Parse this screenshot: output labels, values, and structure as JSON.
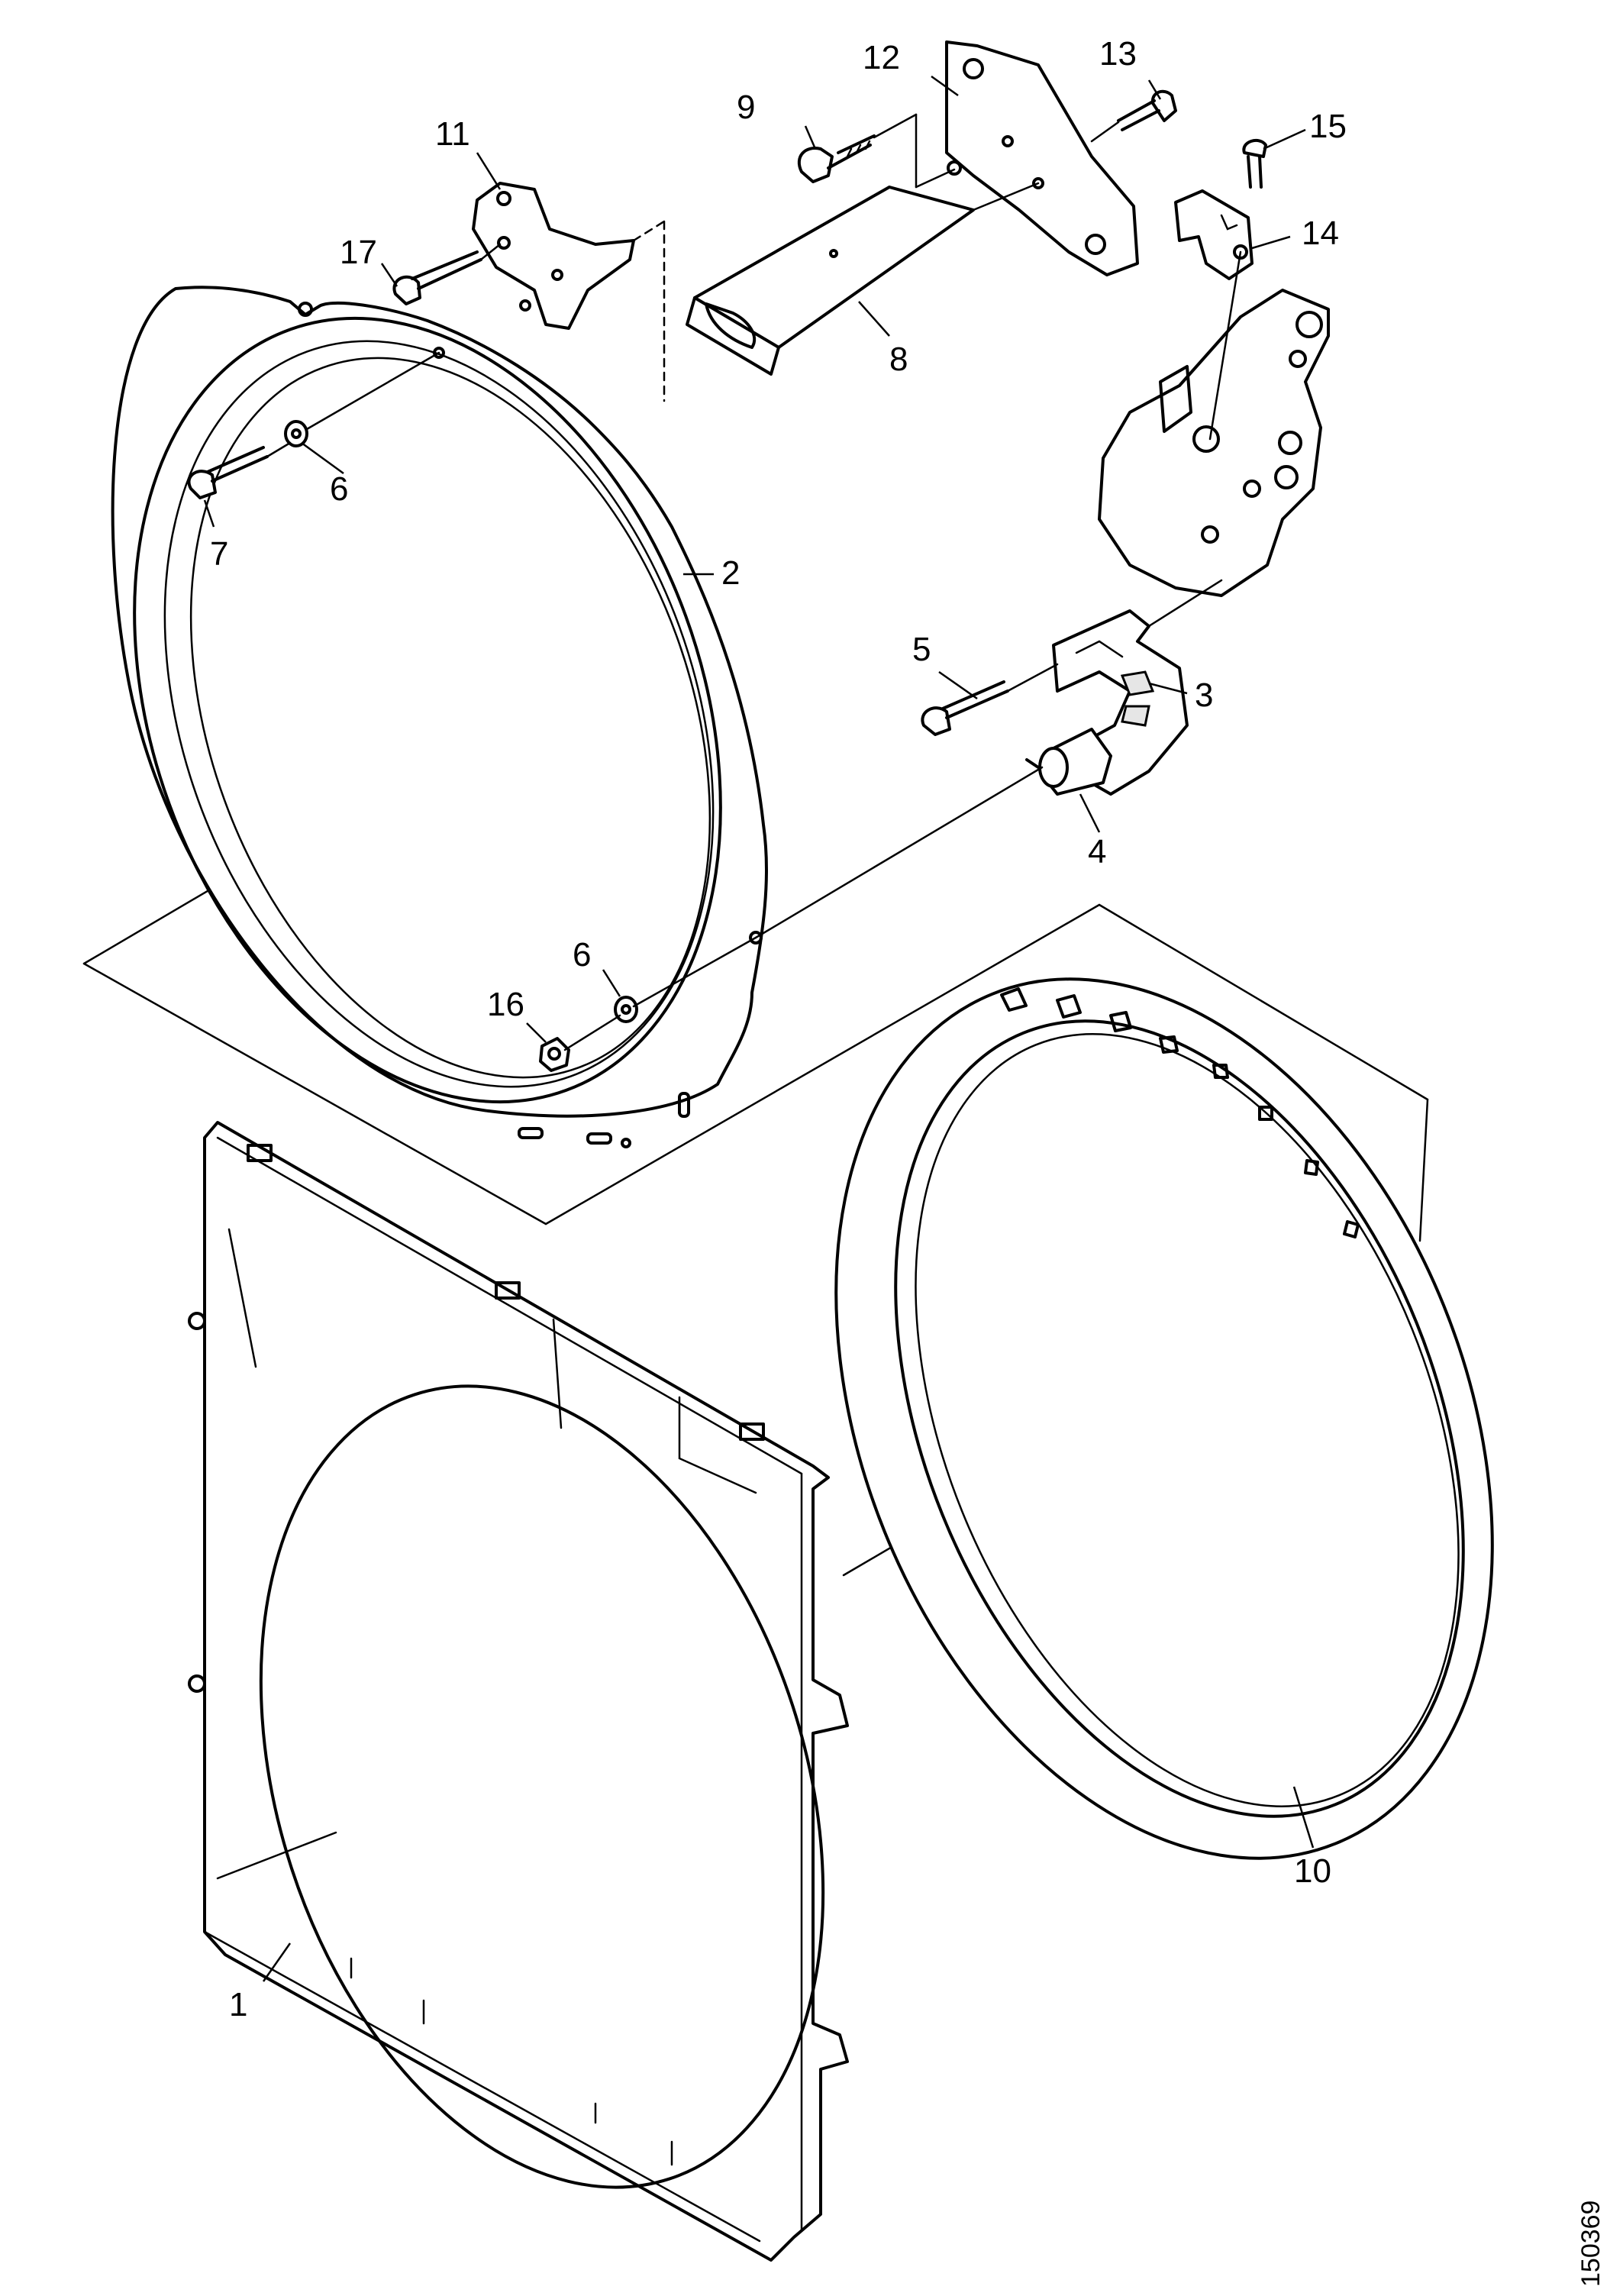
{
  "diagram": {
    "document_number": "150369",
    "callouts": [
      {
        "id": "c1",
        "text": "1"
      },
      {
        "id": "c2",
        "text": "2"
      },
      {
        "id": "c3",
        "text": "3"
      },
      {
        "id": "c4",
        "text": "4"
      },
      {
        "id": "c5",
        "text": "5"
      },
      {
        "id": "c6a",
        "text": "6"
      },
      {
        "id": "c6b",
        "text": "6"
      },
      {
        "id": "c7",
        "text": "7"
      },
      {
        "id": "c8",
        "text": "8"
      },
      {
        "id": "c9",
        "text": "9"
      },
      {
        "id": "c10",
        "text": "10"
      },
      {
        "id": "c11",
        "text": "11"
      },
      {
        "id": "c12",
        "text": "12"
      },
      {
        "id": "c13",
        "text": "13"
      },
      {
        "id": "c14",
        "text": "14"
      },
      {
        "id": "c15",
        "text": "15"
      },
      {
        "id": "c16",
        "text": "16"
      },
      {
        "id": "c17",
        "text": "17"
      }
    ]
  }
}
